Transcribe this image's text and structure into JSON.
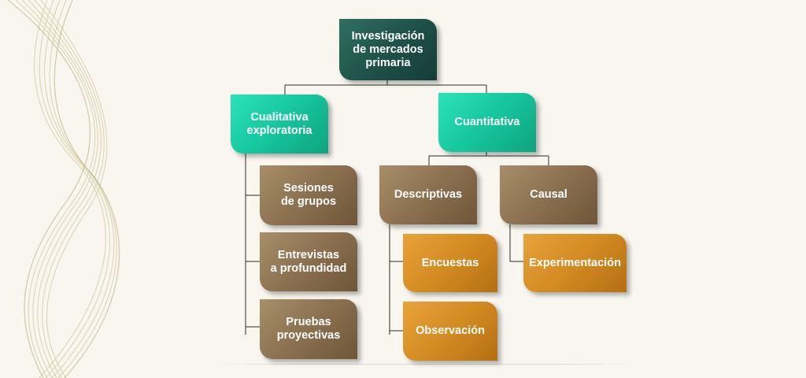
{
  "diagram": {
    "root": "Investigación\nde mercados\nprimaria",
    "cualitativa": "Cualitativa\nexploratoria",
    "cuantitativa": "Cuantitativa",
    "sesiones": "Sesiones\nde grupos",
    "entrevistas": "Entrevistas\na profundidad",
    "pruebas": "Pruebas\nproyectivas",
    "descriptivas": "Descriptivas",
    "causal": "Causal",
    "encuestas": "Encuestas",
    "observacion": "Observación",
    "experimentacion": "Experimentación"
  },
  "colors": {
    "root": "#1e5047",
    "branch": "#17c9a0",
    "category": "#8b7050",
    "method": "#d38b22",
    "ribbon": "#c9bc86"
  }
}
